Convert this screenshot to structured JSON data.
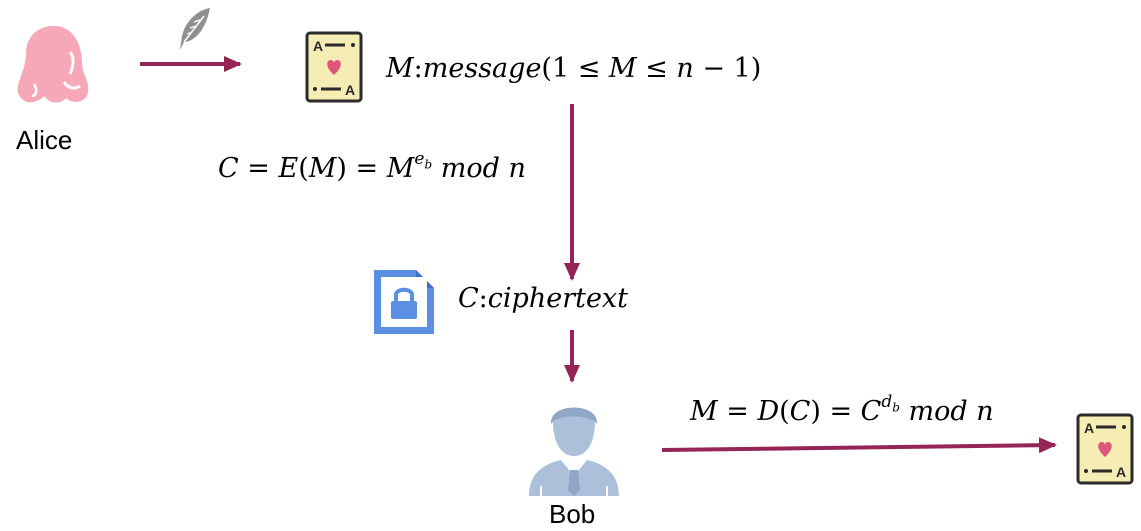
{
  "actors": {
    "sender": "Alice",
    "receiver": "Bob"
  },
  "formulas": {
    "message": {
      "var": "M",
      "sep": ":",
      "word": "message",
      "range_open": "(1 ≤ ",
      "range_var": "M",
      "range_mid": " ≤ ",
      "range_n": "n",
      "range_close": " − 1)"
    },
    "encrypt": {
      "lhs": "C",
      "eq1": " = ",
      "fn": "E",
      "arg_open": "(",
      "arg": "M",
      "arg_close": ")",
      "eq2": " = ",
      "base": "M",
      "exp": "e",
      "exp_sub": "b",
      "mod": " mod ",
      "n": "n"
    },
    "ciphertext": {
      "var": "C",
      "sep": ":",
      "word": "ciphertext"
    },
    "decrypt": {
      "lhs": "M",
      "eq1": " = ",
      "fn": "D",
      "arg_open": "(",
      "arg": "C",
      "arg_close": ")",
      "eq2": " = ",
      "base": "C",
      "exp": "d",
      "exp_sub": "b",
      "mod": " mod ",
      "n": "n"
    }
  },
  "icons": {
    "alice": "woman-silhouette-icon",
    "quill": "quill-feather-icon",
    "message_doc": "love-letter-document-icon",
    "cipher_doc": "locked-document-icon",
    "bob": "businessman-avatar-icon",
    "result_doc": "love-letter-document-icon"
  },
  "colors": {
    "arrow": "#952557",
    "alice": "#F7A8B8",
    "bob": "#ADC0DA",
    "lock_doc": "#5B8FE3",
    "letter_bg": "#F6EDB5",
    "heart": "#E0567A",
    "quill": "#909090"
  }
}
